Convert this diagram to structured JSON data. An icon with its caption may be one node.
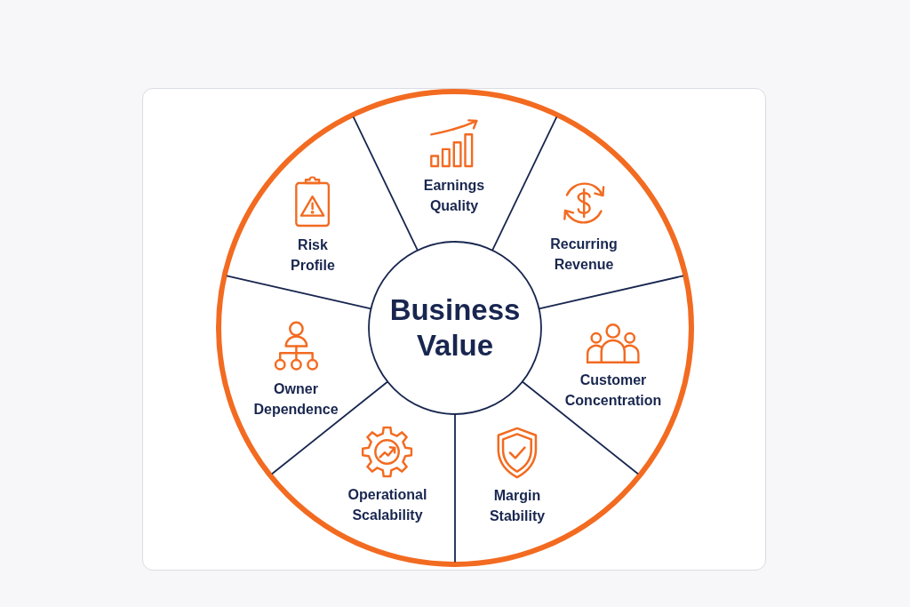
{
  "diagram": {
    "nodes": [
      {
        "text": [
          "Business Value"
        ]
      },
      {
        "text": [
          "Earnings Quality"
        ]
      },
      {
        "text": [
          "Recurring Revenue"
        ]
      },
      {
        "text": [
          "Customer Concentration"
        ]
      },
      {
        "text": [
          "Margin Stability"
        ]
      },
      {
        "text": [
          "Operational Scalability"
        ]
      },
      {
        "text": [
          "Owner Dependence"
        ]
      },
      {
        "text": [
          "Risk Profile"
        ]
      }
    ]
  }
}
